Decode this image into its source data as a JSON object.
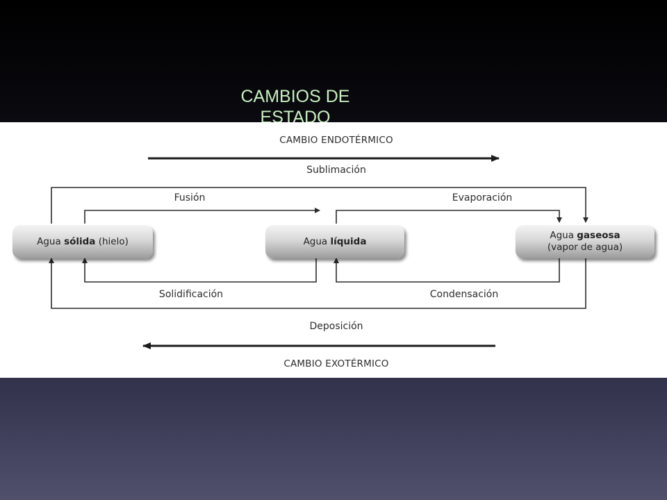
{
  "slide": {
    "title": "CAMBIOS DE ESTADO"
  },
  "diagram": {
    "header_endo": "CAMBIO ENDOTÉRMICO",
    "header_exo": "CAMBIO EXOTÉRMICO",
    "nodes": {
      "solid": {
        "prefix": "Agua",
        "bold": "sólida",
        "suffix": "(hielo)"
      },
      "liquid": {
        "prefix": "Agua",
        "bold": "líquida",
        "suffix": ""
      },
      "gas": {
        "prefix": "Agua",
        "bold": "gaseosa",
        "suffix": "(vapor de agua)"
      }
    },
    "processes": {
      "sublimation": "Sublimación",
      "fusion": "Fusión",
      "evaporation": "Evaporación",
      "solidification": "Solidificación",
      "condensation": "Condensación",
      "deposition": "Deposición"
    }
  }
}
